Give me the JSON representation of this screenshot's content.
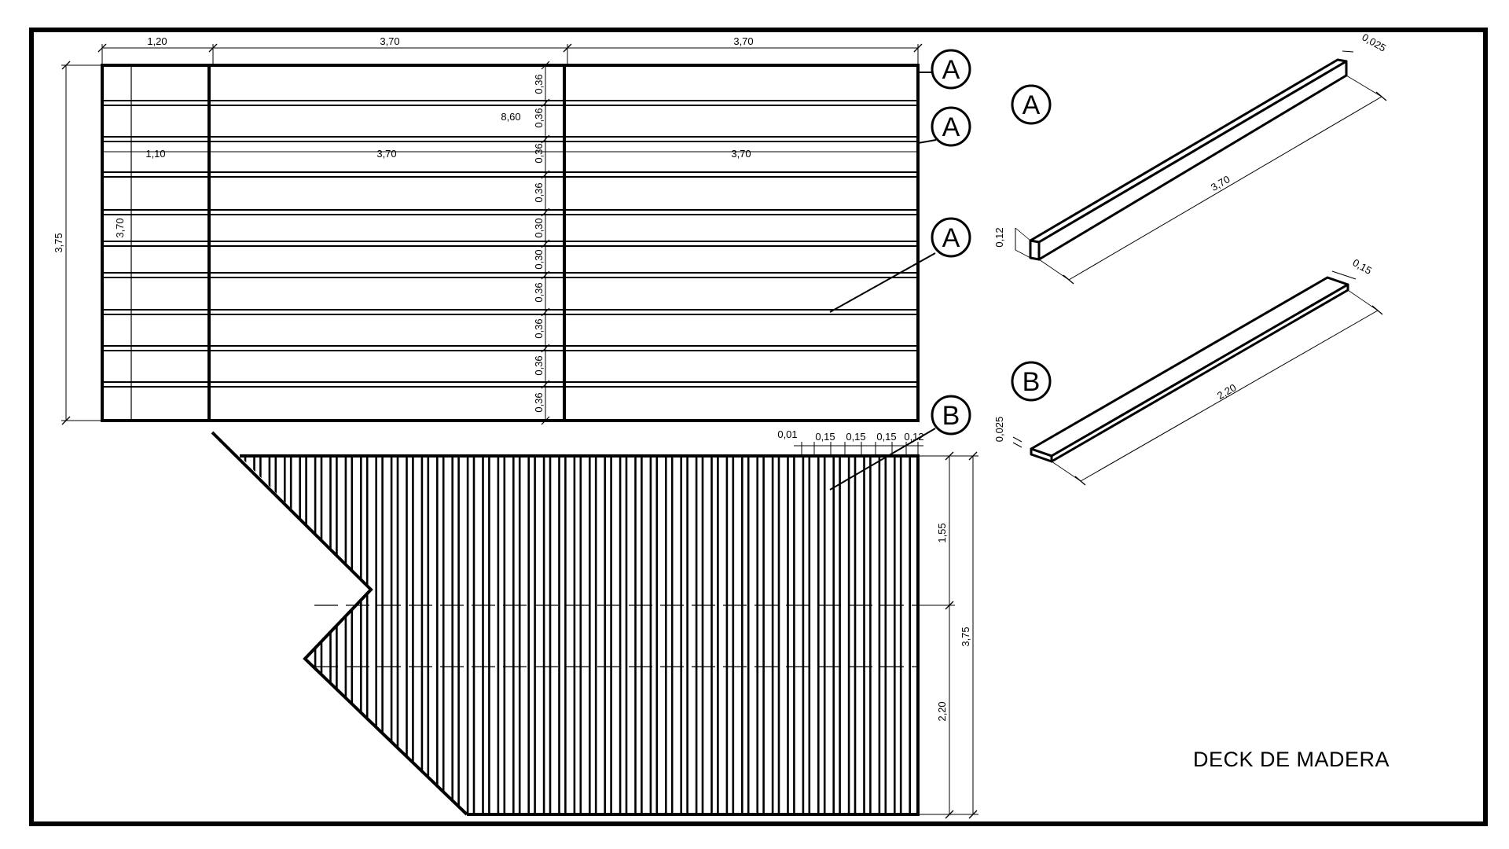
{
  "title": "DECK DE MADERA",
  "bubble_labels": [
    "A",
    "A",
    "A",
    "B",
    "A",
    "B"
  ],
  "top_dims": [
    "1,20",
    "3,70",
    "3,70"
  ],
  "overall_length": "8,60",
  "inner_dims": [
    "1,10",
    "3,70",
    "3,70"
  ],
  "side_height": "3,75",
  "inner_height": "3,70",
  "spacing_dims": [
    "0,36",
    "0,36",
    "0,36",
    "0,36",
    "0,30",
    "0,30",
    "0,36",
    "0,36",
    "0,36",
    "0,36"
  ],
  "slat_spacing_dims": [
    "0,01",
    "0,15",
    "0,15",
    "0,15",
    "0,12"
  ],
  "right_dims": [
    "1,55",
    "2,20",
    "3,75"
  ],
  "detail_a": {
    "thickness": "0,025",
    "length": "3,70",
    "height": "0,12"
  },
  "detail_b": {
    "width": "0,15",
    "length": "2,20",
    "thickness": "0,025"
  }
}
